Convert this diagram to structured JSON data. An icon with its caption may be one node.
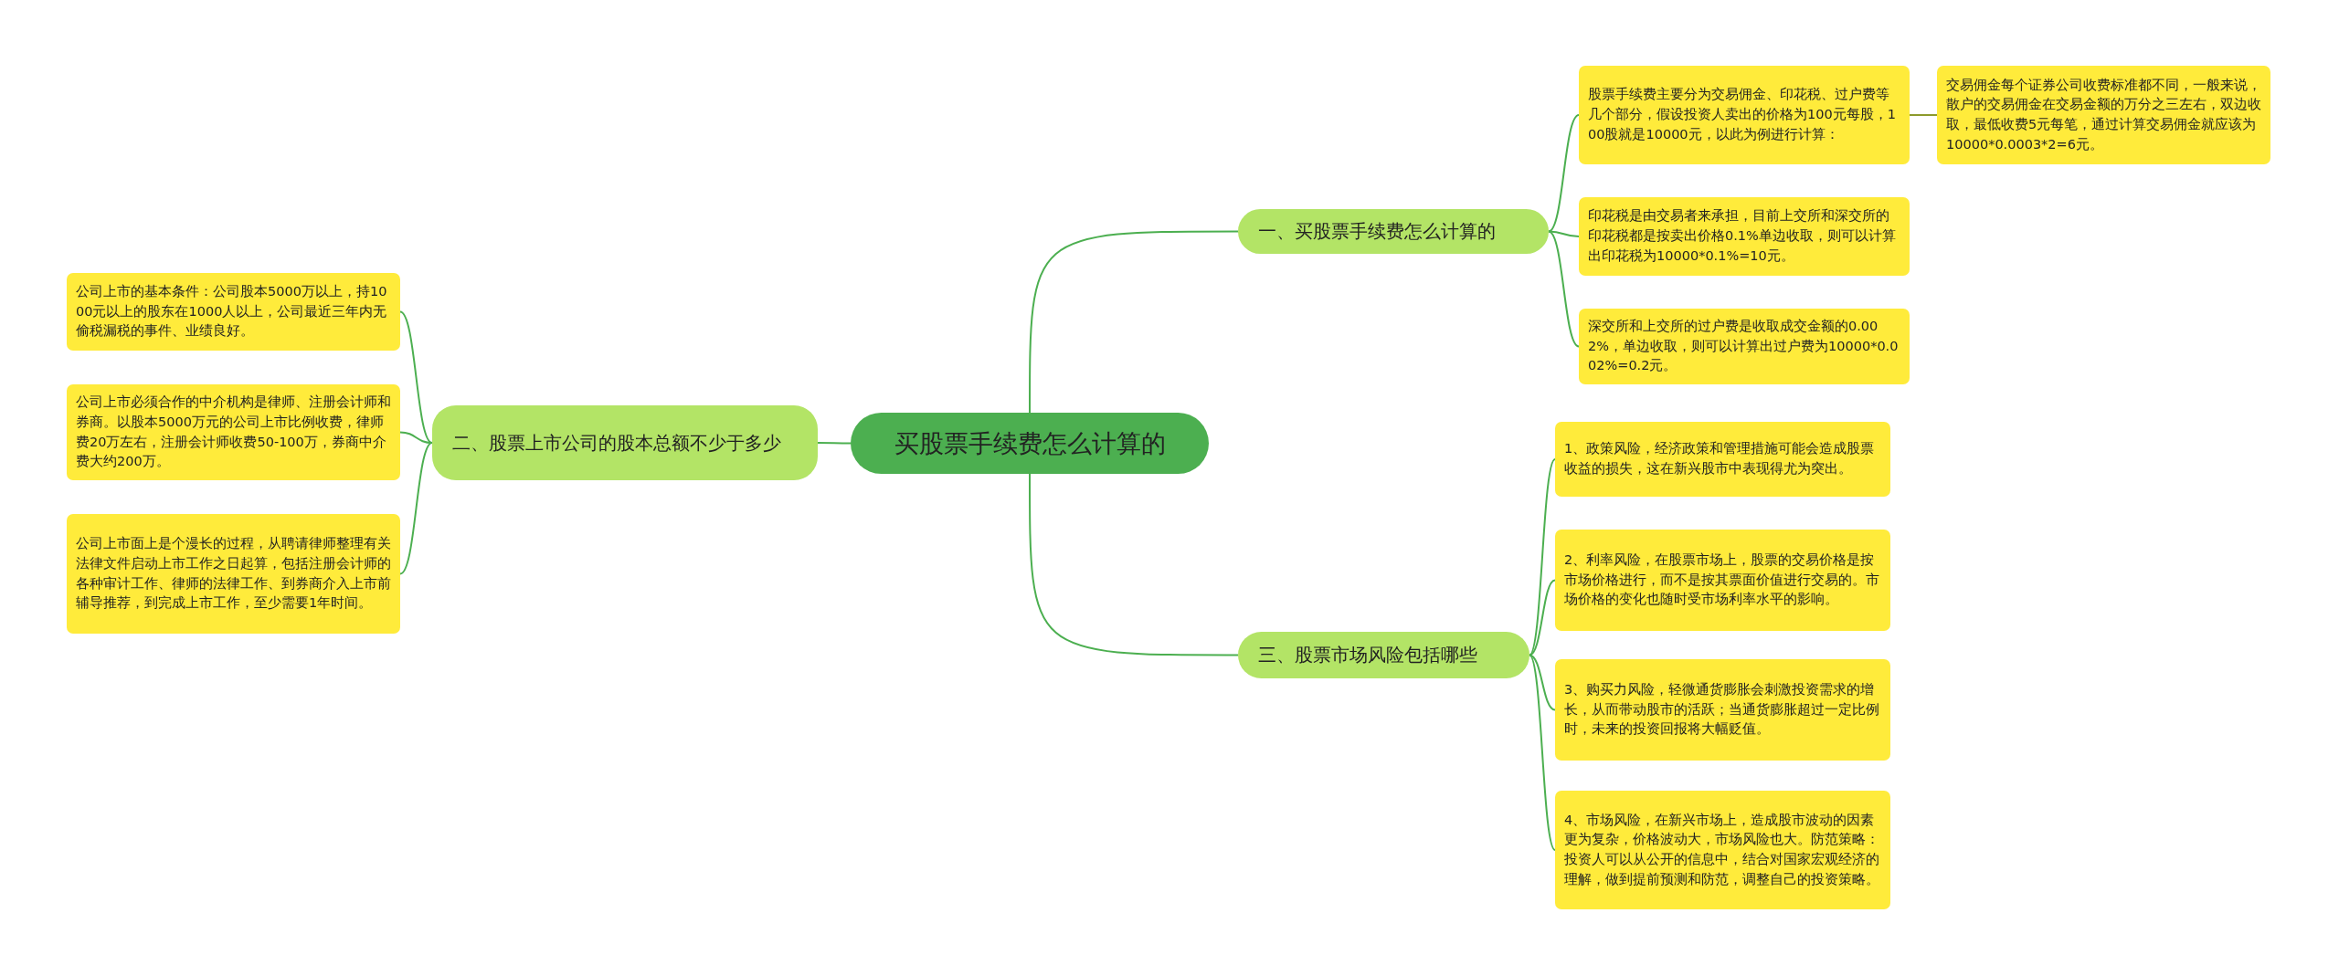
{
  "diagram": {
    "nodes": [
      {
        "text": [
          "买股票手续费怎么计算的"
        ]
      },
      {
        "text": [
          "一、买股票手续费怎么计算的"
        ]
      },
      {
        "text": [
          "股票手续费主要分为交易佣金、印花税、过户费等几个部分，假设投资人卖出的价格为100元每股，100股就是10000元，以此为例进行计算："
        ]
      },
      {
        "text": [
          "交易佣金每个证券公司收费标准都不同，一般来说，散户的交易佣金在交易金额的万分之三左右，双边收取，最低收费5元每笔，通过计算交易佣金就应该为10000*0.0003*2=6元。"
        ]
      },
      {
        "text": [
          "印花税是由交易者来承担，目前上交所和深交所的印花税都是按卖出价格0.1%单边收取，则可以计算出印花税为10000*0.1%=10元。"
        ]
      },
      {
        "text": [
          "深交所和上交所的过户费是收取成交金额的0.002%，单边收取，则可以计算出过户费为10000*0.002%=0.2元。"
        ]
      },
      {
        "text": [
          "二、股票上市公司的股本总额不少于多少"
        ]
      },
      {
        "text": [
          "公司上市的基本条件：公司股本5000万以上，持1000元以上的股东在1000人以上，公司最近三年内无偷税漏税的事件、业绩良好。"
        ]
      },
      {
        "text": [
          "公司上市必须合作的中介机构是律师、注册会计师和券商。以股本5000万元的公司上市比例收费，律师费20万左右，注册会计师收费50-100万，券商中介费大约200万。"
        ]
      },
      {
        "text": [
          "公司上市面上是个漫长的过程，从聘请律师整理有关法律文件启动上市工作之日起算，包括注册会计师的各种审计工作、律师的法律工作、到券商介入上市前辅导推荐，到完成上市工作，至少需要1年时间。"
        ]
      },
      {
        "text": [
          "三、股票市场风险包括哪些"
        ]
      },
      {
        "text": [
          "1、政策风险，经济政策和管理措施可能会造成股票收益的损失，这在新兴股市中表现得尤为突出。"
        ]
      },
      {
        "text": [
          "2、利率风险，在股票市场上，股票的交易价格是按市场价格进行，而不是按其票面价值进行交易的。市场价格的变化也随时受市场利率水平的影响。"
        ]
      },
      {
        "text": [
          "3、购买力风险，轻微通货膨胀会刺激投资需求的增长，从而带动股市的活跃；当通货膨胀超过一定比例时，未来的投资回报将大幅贬值。"
        ]
      },
      {
        "text": [
          "4、市场风险，在新兴市场上，造成股市波动的因素更为复杂，价格波动大，市场风险也大。防范策略：投资人可以从公开的信息中，结合对国家宏观经济的理解，做到提前预测和防范，调整自己的投资策略。"
        ]
      }
    ],
    "edges": [
      {
        "from": 0,
        "to": 1,
        "arrow": "none"
      },
      {
        "from": 1,
        "to": 2,
        "arrow": "none"
      },
      {
        "from": 2,
        "to": 3,
        "arrow": "none",
        "color": "#8d9a2c"
      },
      {
        "from": 1,
        "to": 4,
        "arrow": "none"
      },
      {
        "from": 1,
        "to": 5,
        "arrow": "none"
      },
      {
        "from": 0,
        "to": 6,
        "arrow": "none"
      },
      {
        "from": 6,
        "to": 7,
        "arrow": "none"
      },
      {
        "from": 6,
        "to": 8,
        "arrow": "none"
      },
      {
        "from": 6,
        "to": 9,
        "arrow": "none"
      },
      {
        "from": 0,
        "to": 10,
        "arrow": "none"
      },
      {
        "from": 10,
        "to": 11,
        "arrow": "none"
      },
      {
        "from": 10,
        "to": 12,
        "arrow": "none"
      },
      {
        "from": 10,
        "to": 13,
        "arrow": "none"
      },
      {
        "from": 10,
        "to": 14,
        "arrow": "none"
      }
    ]
  }
}
